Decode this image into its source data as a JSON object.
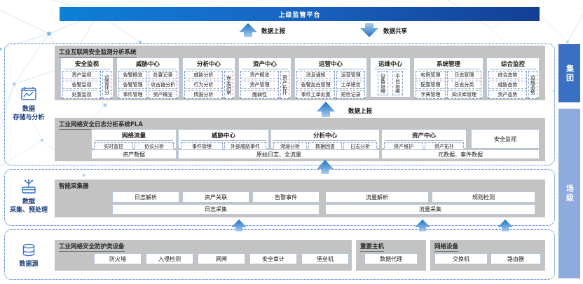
{
  "banner": {
    "title": "上级监管平台"
  },
  "flows": [
    {
      "name": "数据上报",
      "dir": "up"
    },
    {
      "name": "数据共享",
      "dir": "down"
    },
    {
      "name": "数据上报",
      "dir": "up"
    }
  ],
  "left_rail": [
    {
      "id": "storage",
      "icon": "chart-jar-icon",
      "line1": "数据",
      "line2": "存储与分析"
    },
    {
      "id": "collect",
      "icon": "collector-icon",
      "line1": "数据",
      "line2": "采集、预处理"
    },
    {
      "id": "source",
      "icon": "database-icon",
      "line1": "数据源",
      "line2": ""
    }
  ],
  "right_tiers": [
    {
      "id": "group",
      "label": "集团",
      "color": "#3a6fc4"
    },
    {
      "id": "site",
      "label": "场级",
      "color": "#8fabdd"
    }
  ],
  "systems": {
    "iisms": {
      "title": "工业互联网安全监测分析系统",
      "modules": [
        {
          "name": "安全监视",
          "col1": [
            "资产监视",
            "告警监视",
            "处置监视"
          ],
          "vertical": "运营评分"
        },
        {
          "name": "威胁中心",
          "col1": [
            "告警概览",
            "告警管理",
            "事件管理"
          ],
          "col2": [
            "处置记录",
            "攻击链分析",
            "资产概览"
          ]
        },
        {
          "name": "分析中心",
          "col1": [
            "威胁分析",
            "行为分析",
            "情报分析"
          ],
          "vertical": "安全洞察"
        },
        {
          "name": "资产中心",
          "col1": [
            "资产概览",
            "资产管理",
            "脆弱性"
          ],
          "vertical": "资产拓扑"
        },
        {
          "name": "运营中心",
          "col1": [
            "消息通知",
            "告警加白管理",
            "事件工单处置"
          ],
          "col2": [
            "运营管理",
            "工单短信",
            "短信记录"
          ]
        },
        {
          "name": "运维中心",
          "verticals": [
            "设备运维",
            "平台运维"
          ]
        },
        {
          "name": "系统管理",
          "col1": [
            "权限管理",
            "配置管理",
            "字典管理"
          ],
          "col2": [
            "日志管理",
            "日志分类",
            "知识库管理"
          ]
        },
        {
          "name": "综合监控",
          "col1": [
            "综合态势",
            "威胁态势",
            "资产态势"
          ],
          "vertical": "运维态势"
        }
      ]
    },
    "fla": {
      "title": "工业网络安全日志分析系统FLA",
      "modules": [
        {
          "name": "网络流量",
          "cells": [
            "实时监控",
            "协议分析"
          ]
        },
        {
          "name": "威胁中心",
          "cells": [
            "事件管理",
            "外部威胁事件"
          ]
        },
        {
          "name": "分析中心",
          "cells": [
            "溯源分析",
            "数据回查",
            "日志分析"
          ]
        },
        {
          "name": "资产中心",
          "cells": [
            "资产维护",
            "资产拓扑"
          ]
        }
      ],
      "standalone": "安全监视",
      "bottom_bars": [
        "资产数据",
        "原始日志、全流量",
        "元数据、事件数据"
      ]
    },
    "collector": {
      "title": "智能采集器",
      "top_bars": [
        "日志解析",
        "资产关联",
        "告警事件",
        "流量解析",
        "规则检测"
      ],
      "bottom_bars": [
        "日志采集",
        "流量采集"
      ]
    },
    "source": {
      "groups": [
        {
          "title": "工业网络安全防护类设备",
          "items": [
            "防火墙",
            "入侵检测",
            "网闸",
            "安全审计",
            "堡垒机"
          ]
        },
        {
          "title": "重要主机",
          "items": [
            "数据代理"
          ]
        },
        {
          "title": "网络设备",
          "items": [
            "交换机",
            "路由器"
          ]
        }
      ]
    }
  }
}
